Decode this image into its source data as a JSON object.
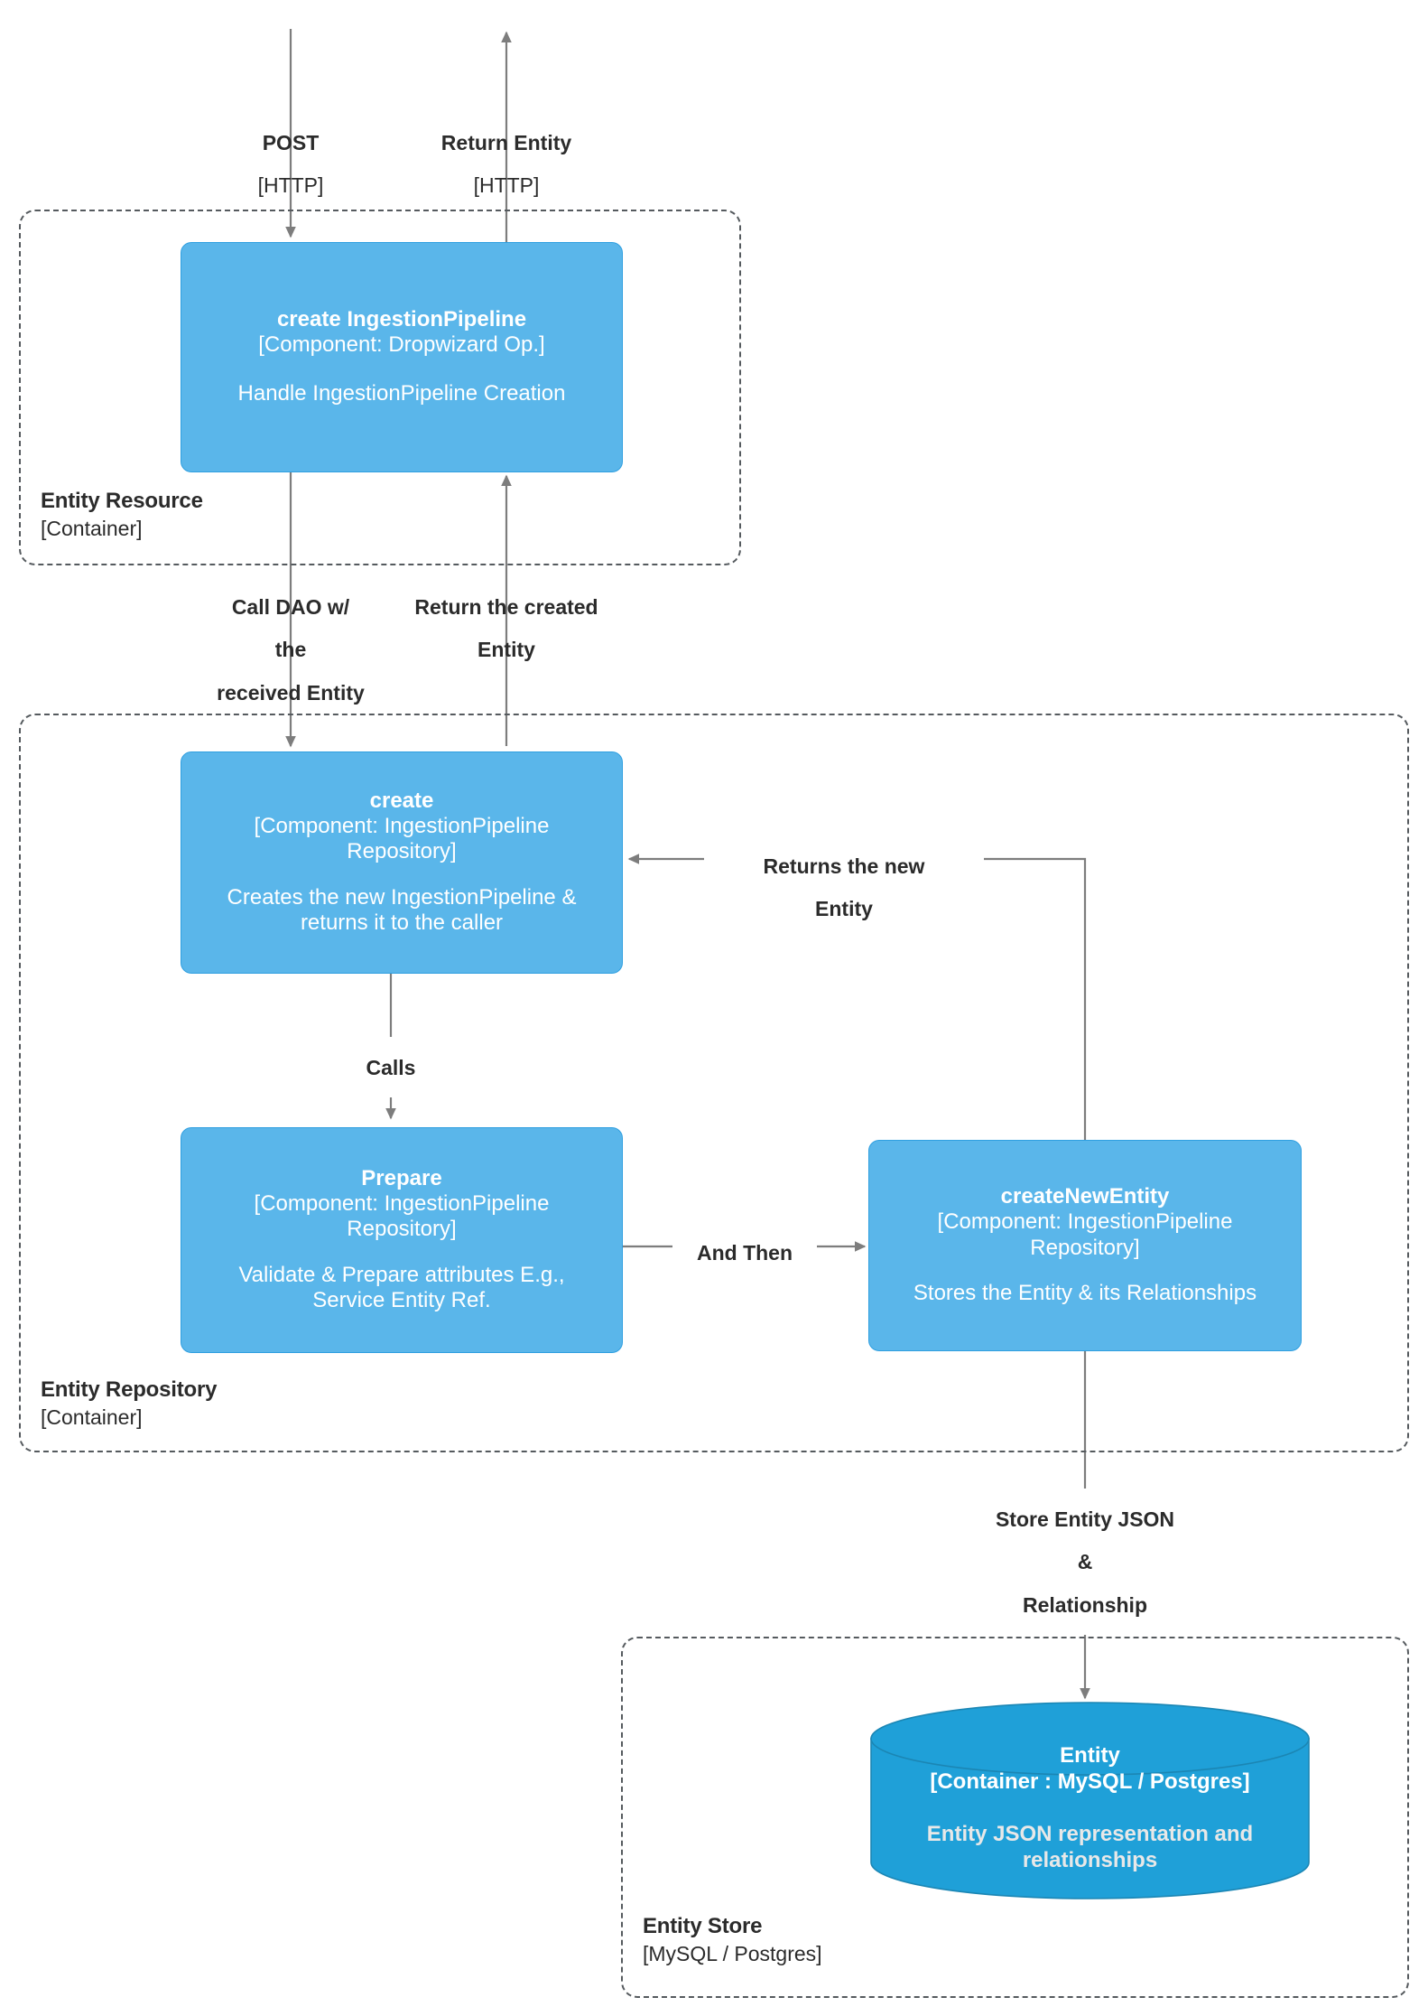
{
  "diagram": {
    "type": "c4-component-sequence",
    "boundaries": [
      {
        "id": "entity-resource",
        "name": "Entity Resource",
        "tech": "[Container]"
      },
      {
        "id": "entity-repository",
        "name": "Entity Repository",
        "tech": "[Container]"
      },
      {
        "id": "entity-store",
        "name": "Entity Store",
        "tech": "[MySQL / Postgres]"
      }
    ],
    "components": [
      {
        "id": "create-ingestion-pipeline",
        "title": "create IngestionPipeline",
        "tech": "[Component: Dropwizard Op.]",
        "desc": "Handle IngestionPipeline Creation"
      },
      {
        "id": "create",
        "title": "create",
        "tech": "[Component: IngestionPipeline Repository]",
        "desc": "Creates the new IngestionPipeline & returns it to the caller"
      },
      {
        "id": "prepare",
        "title": "Prepare",
        "tech": "[Component: IngestionPipeline Repository]",
        "desc": "Validate & Prepare attributes E.g., Service Entity Ref."
      },
      {
        "id": "create-new-entity",
        "title": "createNewEntity",
        "tech": "[Component: IngestionPipeline Repository]",
        "desc": "Stores the Entity & its Relationships"
      }
    ],
    "datastore": {
      "id": "entity",
      "title": "Entity",
      "tech": "[Container : MySQL / Postgres]",
      "desc": "Entity JSON representation and relationships"
    },
    "edges": [
      {
        "id": "post",
        "name": "POST",
        "tech": "[HTTP]"
      },
      {
        "id": "return-http",
        "name": "Return Entity",
        "tech": "[HTTP]"
      },
      {
        "id": "call-dao",
        "name": "Call DAO w/ the received Entity",
        "tech": ""
      },
      {
        "id": "return-created",
        "name": "Return the created Entity",
        "tech": ""
      },
      {
        "id": "returns-new",
        "name": "Returns the new Entity",
        "tech": ""
      },
      {
        "id": "calls",
        "name": "Calls",
        "tech": ""
      },
      {
        "id": "and-then",
        "name": "And Then",
        "tech": ""
      },
      {
        "id": "store-json",
        "name": "Store Entity JSON & Relationship",
        "tech": ""
      }
    ],
    "colors": {
      "component_fill": "#5ab6ea",
      "component_stroke": "#2f9fe0",
      "datastore_fill": "#1fa0d8",
      "datastore_stroke": "#1b82b0",
      "boundary_stroke": "#555a5e",
      "arrow_stroke": "#6e6e6e",
      "text_dark": "#2b2b2b",
      "text_light": "#ffffff"
    }
  },
  "labels": {
    "post": {
      "name": "POST",
      "tech": "[HTTP]"
    },
    "return_entity_http": {
      "name": "Return Entity",
      "tech": "[HTTP]"
    },
    "call_dao": {
      "line1": "Call DAO w/",
      "line2": "the",
      "line3": "received Entity"
    },
    "return_created": {
      "line1": "Return the created",
      "line2": "Entity"
    },
    "returns_new": {
      "line1": "Returns the new",
      "line2": "Entity"
    },
    "calls": {
      "name": "Calls"
    },
    "and_then": {
      "name": "And Then"
    },
    "store_json": {
      "line1": "Store Entity JSON",
      "line2": "&",
      "line3": "Relationship"
    }
  }
}
